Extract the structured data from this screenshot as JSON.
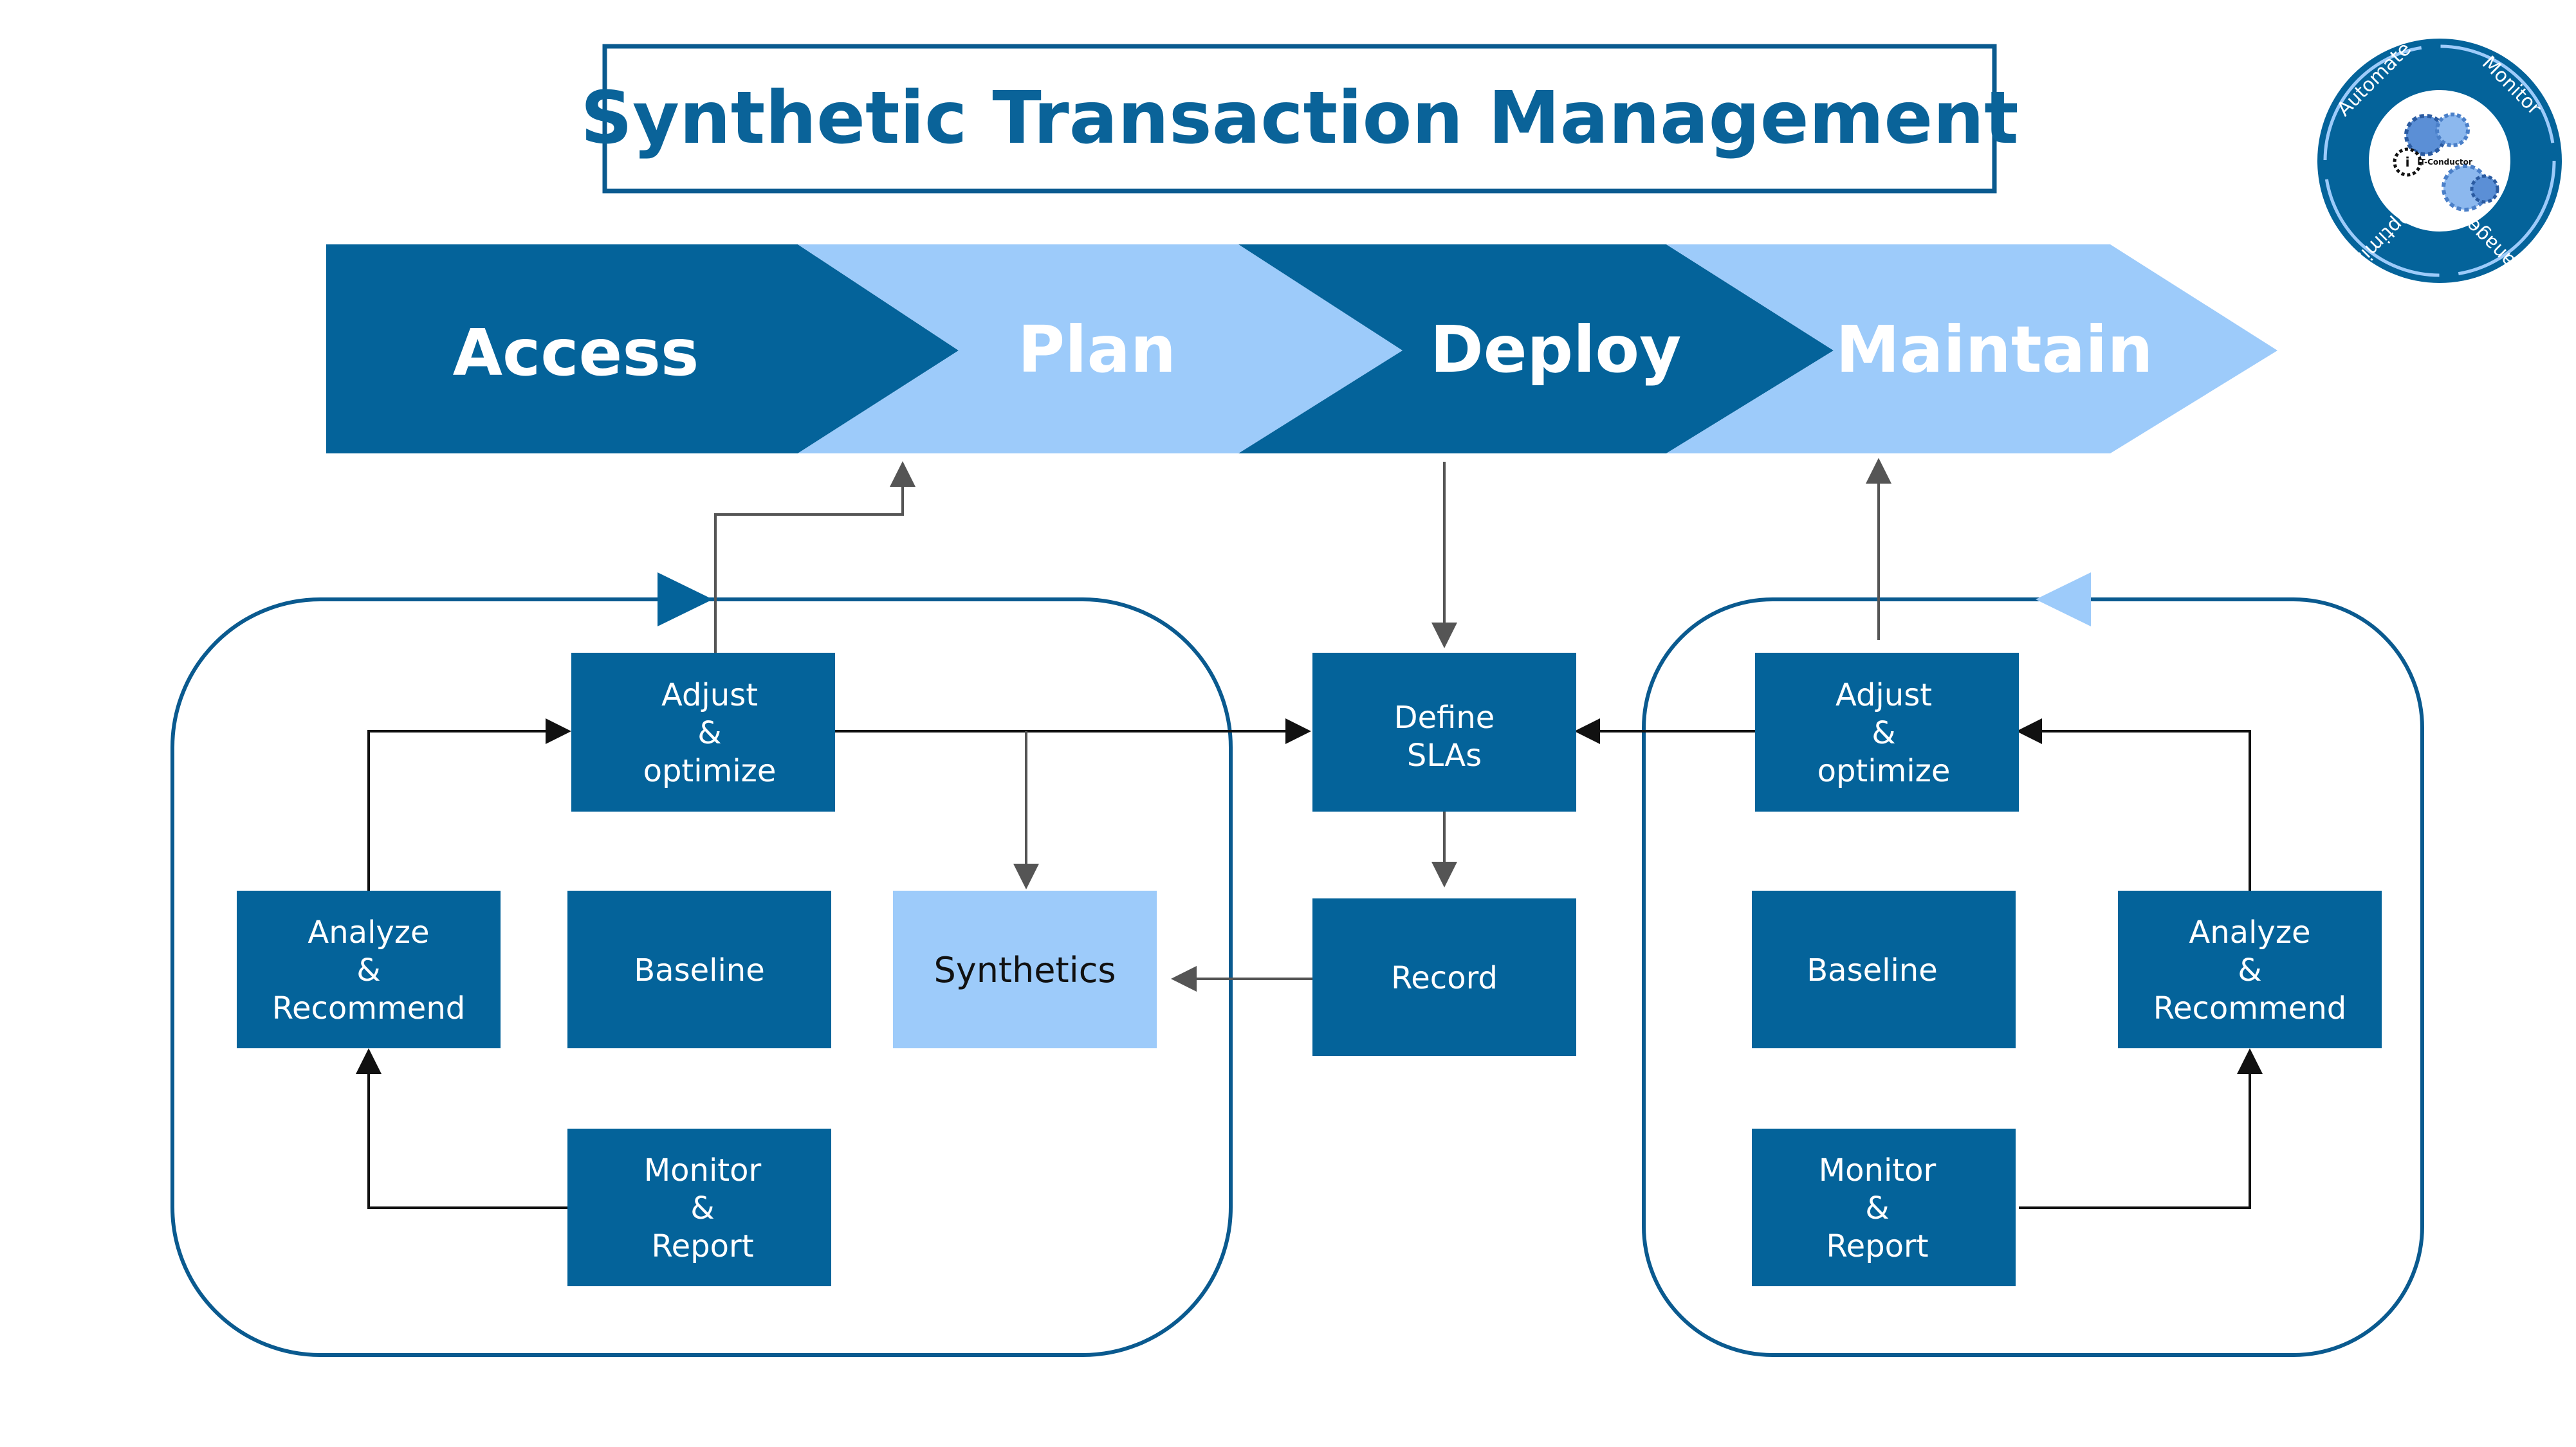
{
  "title": "Synthetic Transaction Management",
  "colors": {
    "dark_blue": "#04639A",
    "light_blue": "#9DCBFA",
    "outline": "#0A5A8F",
    "arrow_gray": "#555555",
    "arrow_black": "#111111"
  },
  "phases": [
    "Access",
    "Plan",
    "Deploy",
    "Maintain"
  ],
  "left_cycle": {
    "adjust": [
      "Adjust",
      "&",
      "optimize"
    ],
    "analyze": [
      "Analyze",
      "&",
      "Recommend"
    ],
    "baseline": [
      "Baseline"
    ],
    "synthetics": [
      "Synthetics"
    ],
    "monitor": [
      "Monitor",
      "&",
      "Report"
    ]
  },
  "center": {
    "define": [
      "Define",
      "SLAs"
    ],
    "record": [
      "Record"
    ]
  },
  "right_cycle": {
    "adjust": [
      "Adjust",
      "&",
      "optimize"
    ],
    "baseline": [
      "Baseline"
    ],
    "analyze": [
      "Analyze",
      "&",
      "Recommend"
    ],
    "monitor": [
      "Monitor",
      "&",
      "Report"
    ]
  },
  "logo": {
    "segments": [
      "Automate",
      "Monitor",
      "Manage",
      "Optimize"
    ],
    "brand": "IT-Conductor",
    "icon": "gears-icon"
  }
}
